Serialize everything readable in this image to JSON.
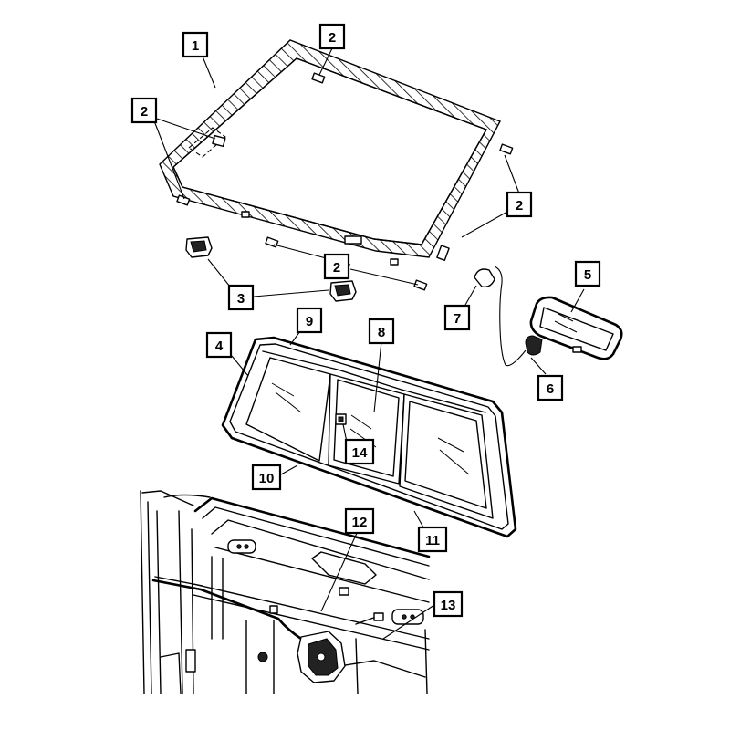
{
  "callouts": {
    "c1": "1",
    "c2a": "2",
    "c2b": "2",
    "c2c": "2",
    "c2d": "2",
    "c3": "3",
    "c4": "4",
    "c5": "5",
    "c6": "6",
    "c7": "7",
    "c8": "8",
    "c9": "9",
    "c10": "10",
    "c11": "11",
    "c12": "12",
    "c13": "13",
    "c14": "14"
  }
}
